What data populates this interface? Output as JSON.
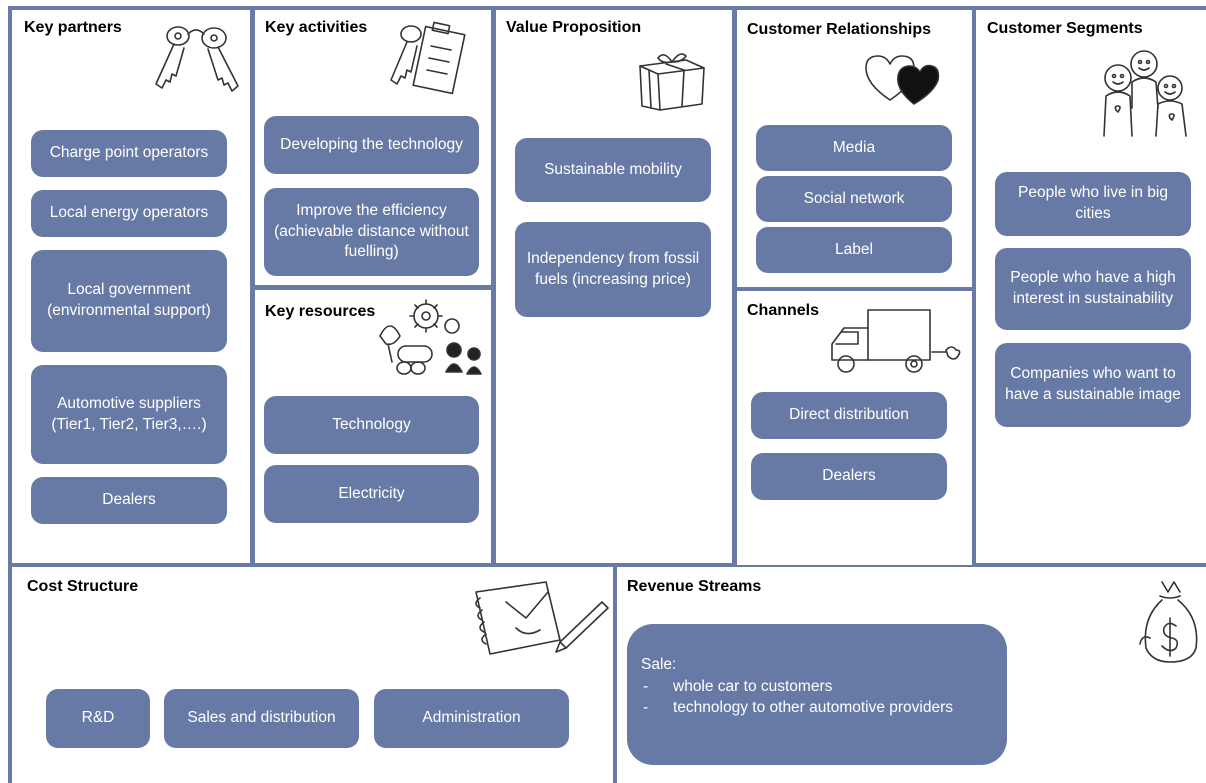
{
  "colors": {
    "border": "#6a7aa6",
    "box": "#677aa5",
    "box_text": "#ffffff",
    "title": "#000000"
  },
  "key_partners": {
    "title": "Key partners",
    "icon": "keys-icon",
    "items": [
      "Charge point operators",
      "Local energy operators",
      "Local government (environmental support)",
      "Automotive suppliers (Tier1, Tier2, Tier3,….)",
      "Dealers"
    ]
  },
  "key_activities": {
    "title": "Key activities",
    "icon": "key-clipboard-icon",
    "items": [
      "Developing the technology",
      "Improve the efficiency (achievable distance without fuelling)"
    ]
  },
  "key_resources": {
    "title": "Key resources",
    "icon": "resources-gears-icon",
    "items": [
      "Technology",
      "Electricity"
    ]
  },
  "value_proposition": {
    "title": "Value Proposition",
    "icon": "gift-box-icon",
    "items": [
      "Sustainable mobility",
      "Independency from fossil fuels (increasing price)"
    ]
  },
  "customer_relationships": {
    "title": "Customer Relationships",
    "icon": "hearts-icon",
    "items": [
      "Media",
      "Social network",
      "Label"
    ]
  },
  "channels": {
    "title": "Channels",
    "icon": "truck-icon",
    "items": [
      "Direct distribution",
      "Dealers"
    ]
  },
  "customer_segments": {
    "title": "Customer Segments",
    "icon": "people-icon",
    "items": [
      "People who live in big cities",
      "People who have a high interest in sustainability",
      "Companies who want to have a sustainable image"
    ]
  },
  "cost_structure": {
    "title": "Cost Structure",
    "icon": "notebook-pen-icon",
    "items": [
      "R&D",
      "Sales and distribution",
      "Administration"
    ]
  },
  "revenue_streams": {
    "title": "Revenue Streams",
    "icon": "money-bag-icon",
    "heading": "Sale:",
    "items": [
      "whole car to customers",
      "technology to other automotive providers"
    ]
  }
}
